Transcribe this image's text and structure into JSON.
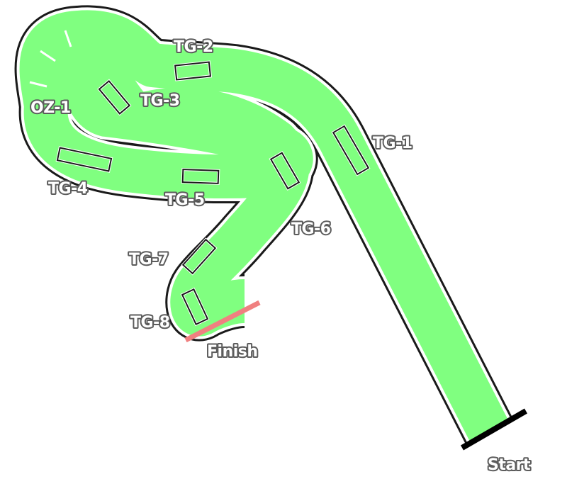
{
  "track": {
    "surface_color": "#80ff80",
    "edge_color": "#1a1a1a",
    "finish_line_color": "#f08080",
    "start_line_color": "#000000"
  },
  "labels": {
    "tg1": "TG-1",
    "tg2": "TG-2",
    "tg3": "TG-3",
    "tg4": "TG-4",
    "tg5": "TG-5",
    "tg6": "TG-6",
    "tg7": "TG-7",
    "tg8": "TG-8",
    "oz1": "OZ-1",
    "start": "Start",
    "finish": "Finish"
  }
}
